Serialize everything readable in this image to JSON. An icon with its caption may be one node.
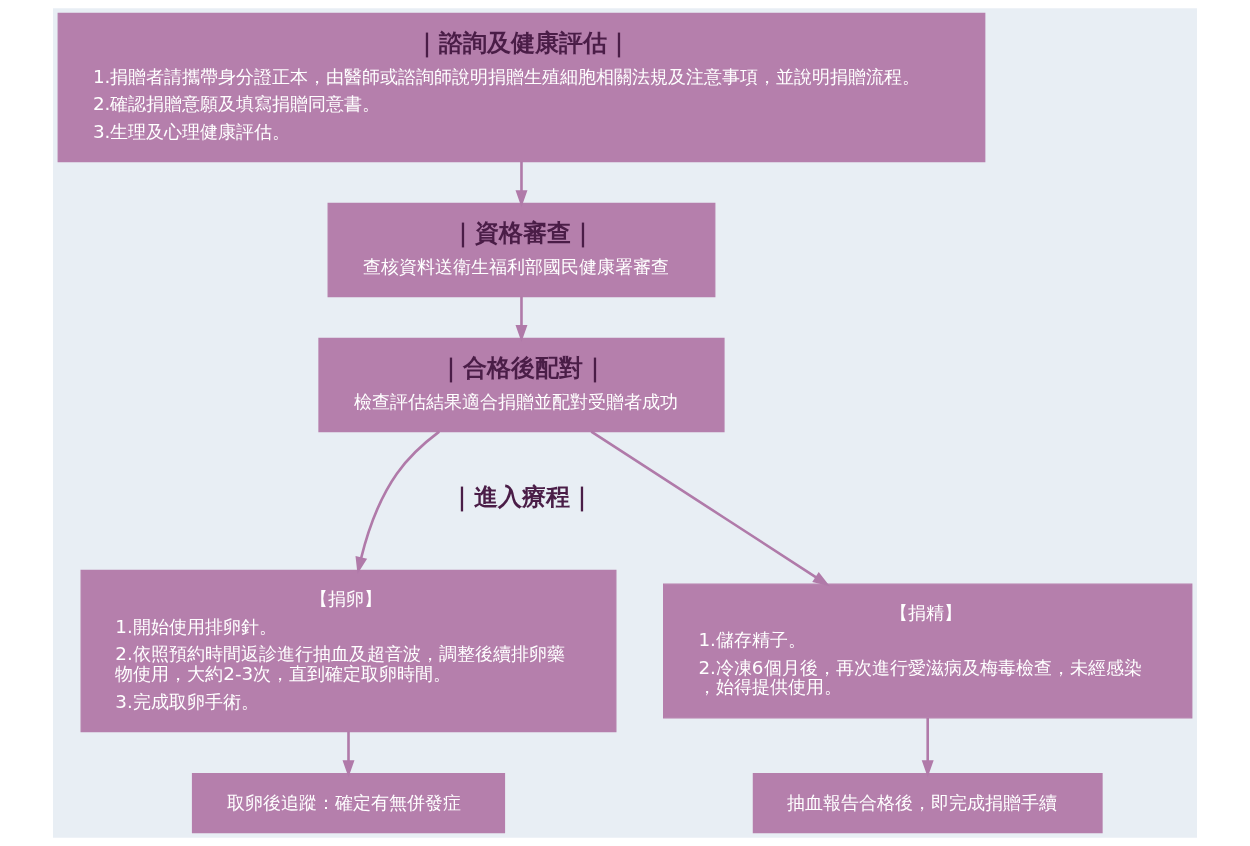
{
  "diagram": {
    "nodes": [
      {
        "text": [
          "｜諮詢及健康評估｜",
          "1.捐贈者請攜帶身分證正本，由醫師或諮詢師說明捐贈生殖細胞相關法規及注意事項，並說明捐贈流程。",
          "2.確認捐贈意願及填寫捐贈同意書。",
          "3.生理及心理健康評估。"
        ]
      },
      {
        "text": [
          "｜資格審查｜",
          "查核資料送衛生福利部國民健康署審查"
        ]
      },
      {
        "text": [
          "｜合格後配對｜",
          "檢查評估結果適合捐贈並配對受贈者成功"
        ]
      },
      {
        "text": [
          "【捐卵】",
          "1.開始使用排卵針。",
          "2.依照預約時間返診進行抽血及超音波，調整後續排卵藥物使用，大約2-3次，直到確定取卵時間。",
          "3.完成取卵手術。"
        ]
      },
      {
        "text": [
          "【捐精】",
          "1.儲存精子。",
          "2.冷凍6個月後，再次進行愛滋病及梅毒檢查，未經感染，始得提供使用。"
        ]
      },
      {
        "text": [
          "取卵後追蹤：確定有無併發症"
        ]
      },
      {
        "text": [
          "抽血報告合格後，即完成捐贈手續"
        ]
      }
    ],
    "edges": [
      {
        "from": 0,
        "to": 1,
        "arrow": "to"
      },
      {
        "from": 1,
        "to": 2,
        "arrow": "to"
      },
      {
        "from": 2,
        "to": 3,
        "arrow": "to"
      },
      {
        "from": 2,
        "to": 4,
        "arrow": "to"
      },
      {
        "from": 3,
        "to": 5,
        "arrow": "to"
      },
      {
        "from": 4,
        "to": 6,
        "arrow": "to"
      }
    ],
    "labels": [
      "｜進入療程｜"
    ]
  }
}
